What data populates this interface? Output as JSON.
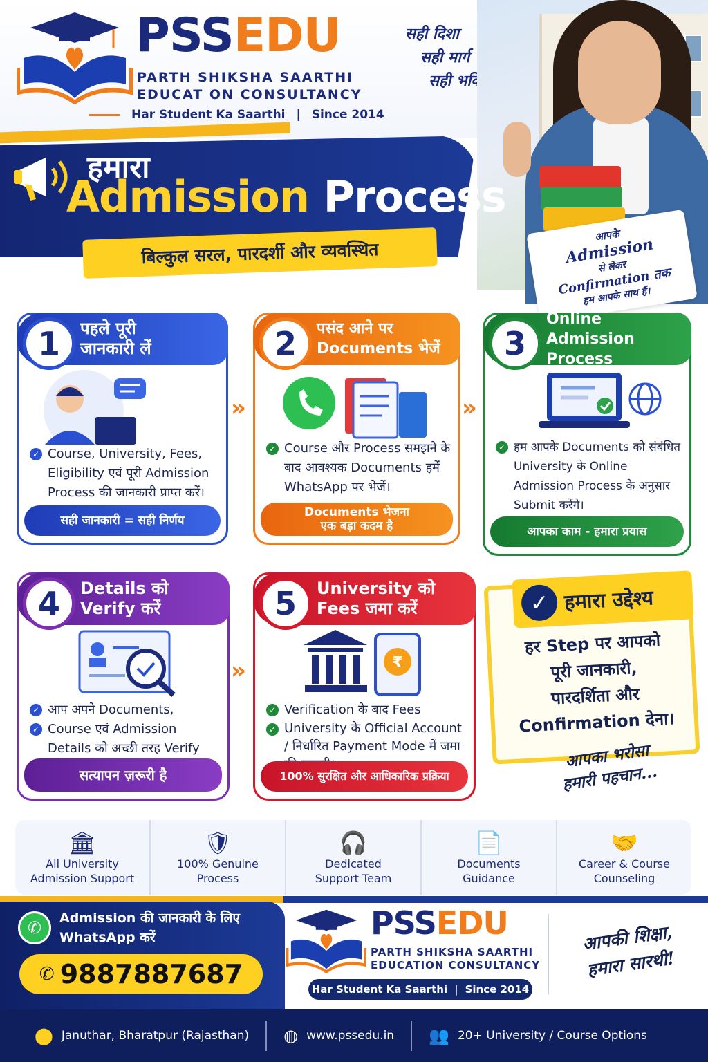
{
  "brand": {
    "name_part1": "PSS",
    "name_part2": "EDU",
    "subtitle_line1": "PARTH SHIKSHA SAARTHI",
    "subtitle_line2": "EDUCAT ON CONSULTANCY",
    "tagline": "Har Student Ka Saarthi",
    "since": "Since 2014"
  },
  "slogan": [
    "सही दिशा",
    "सही मार्ग",
    "सही भविष्य..."
  ],
  "banner": {
    "hindi_word": "हमारा",
    "title_part1": "Admission",
    "title_part2": "Process",
    "subtitle": "बिल्कुल सरल, पारदर्शी और व्यवस्थित"
  },
  "support_note": [
    "आपके",
    "Admission",
    "से लेकर",
    "Confirmation तक",
    "हम आपके साथ हैं।"
  ],
  "steps": [
    {
      "number": "1",
      "title_line1": "पहले पूरी",
      "title_line2": "जानकारी लें",
      "points": [
        "Course, University, Fees, Eligibility एवं पूरी Admission Process की जानकारी प्राप्त करें।"
      ],
      "footer": "सही जानकारी = सही निर्णय"
    },
    {
      "number": "2",
      "title_line1": "पसंद आने पर",
      "title_line2": "Documents भेजें",
      "points": [
        "Course और Process समझने के बाद आवश्यक Documents हमें WhatsApp पर भेजें।"
      ],
      "footer": "Documents भेजना एक बड़ा कदम है"
    },
    {
      "number": "3",
      "title_line1": "Online Admission",
      "title_line2": "Process",
      "points": [
        "हम आपके Documents को संबंधित University के Online Admission Process के अनुसार Submit करेंगे।"
      ],
      "footer": "आपका काम - हमारा प्रयास"
    },
    {
      "number": "4",
      "title_line1": "Details को",
      "title_line2": "Verify करें",
      "points": [
        "आप अपने Documents,",
        "Course एवं Admission Details को अच्छी तरह Verify करें।"
      ],
      "footer": "सत्यापन ज़रूरी है"
    },
    {
      "number": "5",
      "title_line1": "University को",
      "title_line2": "Fees जमा करें",
      "points": [
        "Verification के बाद Fees",
        "University के Official Account / निर्धारित Payment Mode में जमा की जाएगी।"
      ],
      "footer": "100% सुरक्षित और आधिकारिक प्रक्रिया"
    }
  ],
  "aim": {
    "title": "हमारा उद्देश्य",
    "text": [
      "हर Step पर आपको",
      "पूरी जानकारी,",
      "पारदर्शिता और",
      "Confirmation देना।"
    ],
    "sign": [
      "आपका भरोसा",
      "हमारी पहचान..."
    ]
  },
  "features": [
    {
      "icon": "bank-icon",
      "label_line1": "All University",
      "label_line2": "Admission Support"
    },
    {
      "icon": "shield-check-icon",
      "label_line1": "100% Genuine",
      "label_line2": "Process"
    },
    {
      "icon": "headset-icon",
      "label_line1": "Dedicated",
      "label_line2": "Support Team"
    },
    {
      "icon": "document-icon",
      "label_line1": "Documents",
      "label_line2": "Guidance"
    },
    {
      "icon": "handshake-icon",
      "label_line1": "Career & Course",
      "label_line2": "Counseling"
    }
  ],
  "contact": {
    "whatsapp_line1": "Admission की जानकारी के लिए",
    "whatsapp_line2": "WhatsApp करें",
    "phone": "9887887687"
  },
  "bottom_brand": {
    "name_part1": "PSS",
    "name_part2": "EDU",
    "subtitle_line1": "PARTH SHIKSHA SAARTHI",
    "subtitle_line2": "EDUCATION CONSULTANCY",
    "tagline": "Har Student Ka Saarthi",
    "since": "Since 2014",
    "sign_line1": "आपकी शिक्षा,",
    "sign_line2": "हमारा सारथी!"
  },
  "footer": {
    "location": "Januthar, Bharatpur (Rajasthan)",
    "website": "www.pssedu.in",
    "options": "20+ University / Course Options"
  },
  "colors": {
    "navy": "#1b2a7a",
    "orange": "#f07c1b",
    "yellow": "#fdd021",
    "step1": "#2a4fd0",
    "step2": "#f07c1b",
    "step3": "#1f8a3a",
    "step4": "#7b2fb0",
    "step5": "#d3192b"
  }
}
